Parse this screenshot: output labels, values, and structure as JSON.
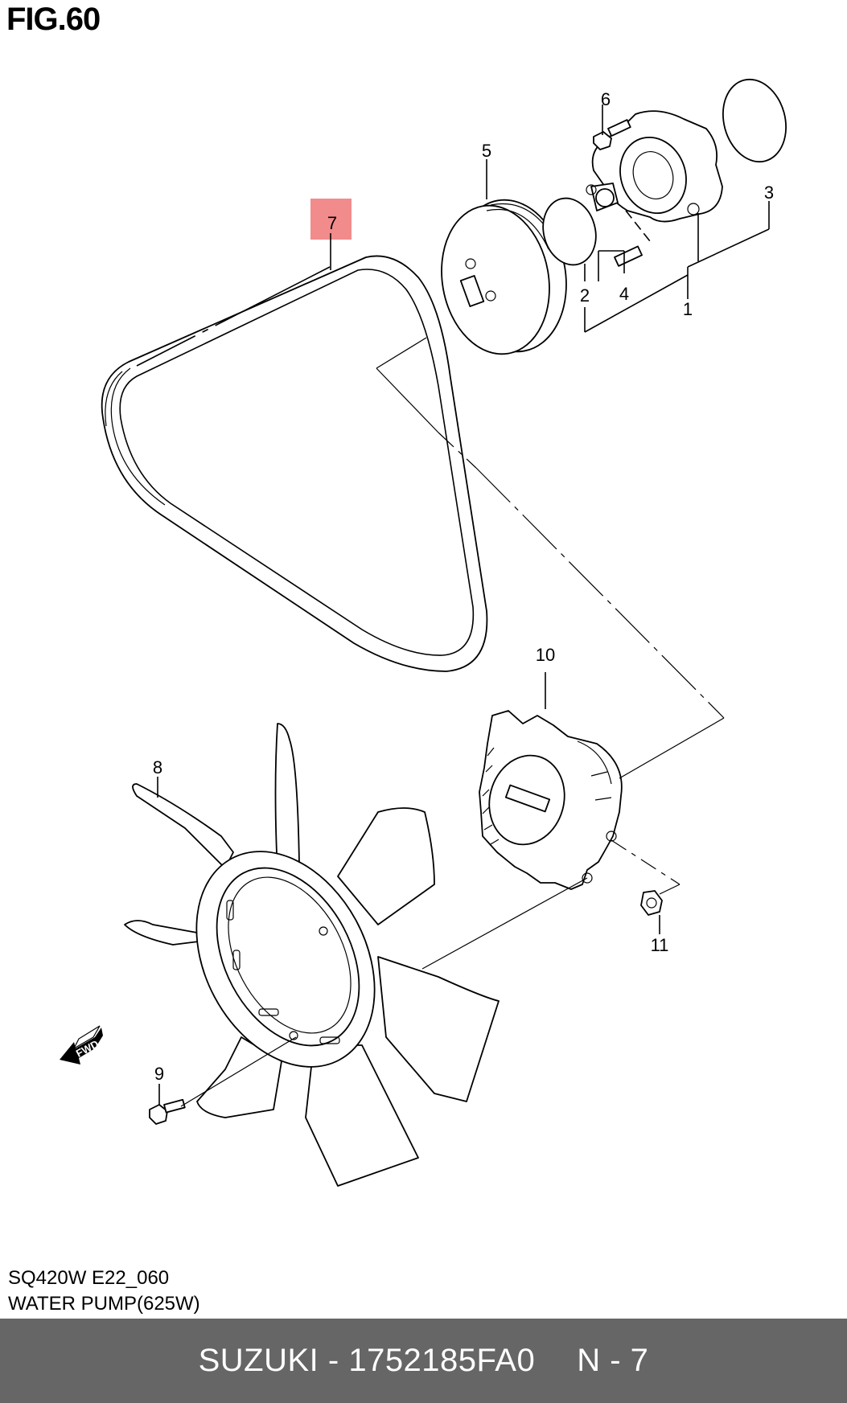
{
  "figure": {
    "title": "FIG.60"
  },
  "callouts": {
    "1": "1",
    "2": "2",
    "3": "3",
    "4": "4",
    "5": "5",
    "6": "6",
    "7": "7",
    "8": "8",
    "9": "9",
    "10": "10",
    "11": "11"
  },
  "highlight": {
    "callout": "7",
    "color": "#f28b8b"
  },
  "fwd_arrow": {
    "label": "FWD"
  },
  "caption": {
    "code": "SQ420W E22_060",
    "name": "WATER PUMP(625W)"
  },
  "footer": {
    "brand_part": "SUZUKI - 1752185FA0",
    "page": "N - 7",
    "background": "#666666"
  }
}
